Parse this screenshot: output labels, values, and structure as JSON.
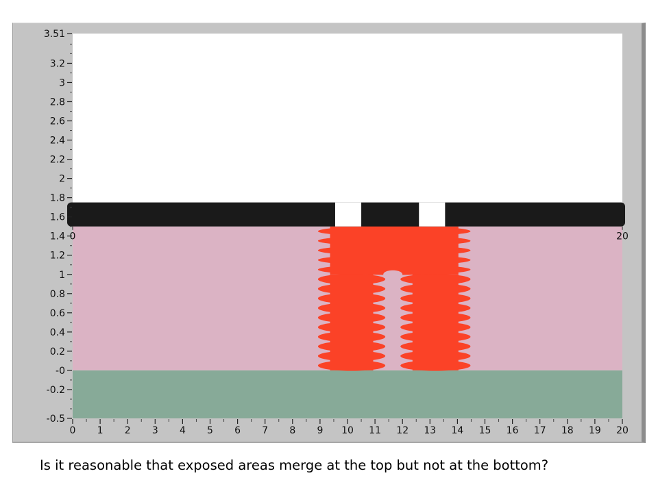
{
  "caption": "Is it reasonable that exposed areas merge at the top but not at the bottom?",
  "chart_data": {
    "type": "area",
    "title": "",
    "xlabel": "",
    "ylabel": "",
    "xlim": [
      0,
      20
    ],
    "ylim": [
      -0.5,
      3.51
    ],
    "x_ticks": [
      0,
      1,
      2,
      3,
      4,
      5,
      6,
      7,
      8,
      9,
      10,
      11,
      12,
      13,
      14,
      15,
      16,
      17,
      18,
      19,
      20
    ],
    "y_ticks": [
      {
        "value": 3.51,
        "label": "3.51"
      },
      {
        "value": 3.2,
        "label": "3.2"
      },
      {
        "value": 3,
        "label": "3"
      },
      {
        "value": 2.8,
        "label": "2.8"
      },
      {
        "value": 2.6,
        "label": "2.6"
      },
      {
        "value": 2.4,
        "label": "2.4"
      },
      {
        "value": 2.2,
        "label": "2.2"
      },
      {
        "value": 2,
        "label": "2"
      },
      {
        "value": 1.8,
        "label": "1.8"
      },
      {
        "value": 1.6,
        "label": "1.6"
      },
      {
        "value": 1.4,
        "label": "1.4"
      },
      {
        "value": 1.2,
        "label": "1.2"
      },
      {
        "value": 1,
        "label": "1"
      },
      {
        "value": 0.8,
        "label": "0.8"
      },
      {
        "value": 0.6,
        "label": "0.6"
      },
      {
        "value": 0.4,
        "label": "0.4"
      },
      {
        "value": 0.2,
        "label": "0.2"
      },
      {
        "value": 0,
        "label": "-0"
      },
      {
        "value": -0.2,
        "label": "-0.2"
      },
      {
        "value": -0.5,
        "label": "-0.5"
      }
    ],
    "inner_scale_labels": [
      "0",
      "20"
    ],
    "layers": {
      "substrate": {
        "y_range": [
          -0.5,
          0
        ],
        "color": "#87aa98"
      },
      "resist": {
        "y_range": [
          0,
          1.5
        ],
        "color": "#dbb3c4"
      },
      "mask": {
        "x_range": [
          -0.2,
          20.1
        ],
        "y_range": [
          1.5,
          1.75
        ],
        "color": "#1a1a1a",
        "openings": [
          [
            9.55,
            10.5
          ],
          [
            12.6,
            13.55
          ]
        ],
        "opening_color": "#ffffff"
      }
    },
    "exposed_color": "#fb4227",
    "exposed_top": {
      "x_range": [
        9.2,
        14.2
      ],
      "y_range": [
        1.0,
        1.5
      ]
    },
    "exposed_columns": [
      {
        "x_range": [
          9.2,
          11.1
        ],
        "y_range": [
          0,
          1.0
        ],
        "wave_amplitude": 0.55
      },
      {
        "x_range": [
          12.2,
          14.2
        ],
        "y_range": [
          0,
          1.0
        ],
        "wave_amplitude": 0.55
      }
    ],
    "wave_rows": 15
  }
}
